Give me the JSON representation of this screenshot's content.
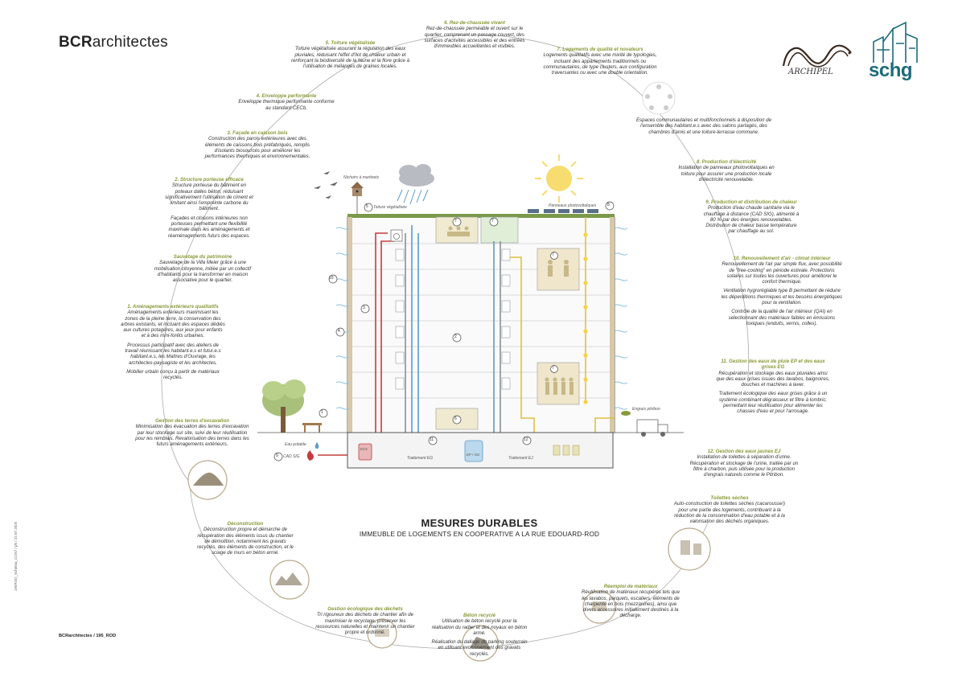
{
  "logos": {
    "bcr_bold": "BCR",
    "bcr_rest": "architectes",
    "archipel": "ARCHIPEL",
    "schg": "schg",
    "schg_sub": ""
  },
  "title": {
    "main": "MESURES DURABLES",
    "sub": "IMMEUBLE DE LOGEMENTS EN COOPERATIVE A LA RUE EDOUARD-ROD"
  },
  "footer": "BCRarchitectes / 195_ROD",
  "vertical_note": "195ROD_Schéma_COS7 / ph / 22.07.2025",
  "annotations": {
    "a6_h": "6. Rez-de-chaussée vivant",
    "a6_p": "Rez-de-chaussée perméable et ouvert sur le quartier, comprenant un passage couvert, des surfaces d'activités accessibles et des entrées d'immeubles accueillantes et visibles.",
    "a5_h": "5. Toiture végétalisée",
    "a5_p": "Toiture végétalisée assurant la régulation des eaux pluviales, réduisant l'effet d'îlot de chaleur urbain et renforçant la biodiversité de la faune et la flore grâce à l'utilisation de mélanges de graines locales.",
    "a7_h": "7. Logements de qualité et novateurs",
    "a7_p": "Logements qualitatifs avec une mixité de typologies, incluant des appartements traditionnels ou communautaires, de type clusters, aux configuration traversantes ou avec une double orientation.",
    "a4_h": "4. Enveloppe performante",
    "a4_p": "Enveloppe thermique performante conforme au standard CECb.",
    "a7b_p": "Espaces communautaires et multifonctionnels à disposition de l'ensemble des habitant.e.s avec des salons partagés, des chambres d'amis et une toiture-terrasse commune.",
    "a3_h": "3. Façade en caisson bois",
    "a3_p": "Construction des parois extérieures avec des éléments de caissons bois préfabriqués, remplis d'isolants biosourcés pour améliorer les performances thermiques et environnementales.",
    "a8_h": "8. Production d'électricité",
    "a8_p": "Installation de panneaux photovoltaïques en toiture pour assurer une production locale d'électricité renouvelable.",
    "a2_h": "2. Structure porteuse efficace",
    "a2_p": "Structure porteuse du bâtiment en poteaux dalles béton, réduisant significativement l'utilisation de ciment et limitant ainsi l'empreinte carbone du bâtiment.",
    "a2_p2": "Façades et cloisons intérieures non porteuses permettant une flexibilité maximale dans les aménagements et réaménagements futurs des espaces.",
    "a9_h": "9. Production et distribution de chaleur",
    "a9_p": "Production d'eau chaude sanitaire via le chauffage à distance (CAD SIG), alimenté à 80 % par des énergies renouvelables. Distribution de chaleur basse température par chauffage au sol.",
    "asv_h": "Sauvetage du patrimoine",
    "asv_p": "Sauvetage de la Villa Meier grâce à une mobilisation citoyenne, initiée par un collectif d'habitants pour la transformer en maison associative pour le quartier.",
    "a10_h": "10. Renouvellement d'air - climat intérieur",
    "a10_p": "Renouvellement de l'air par simple flux, avec possibilité de \"free-cooling\" en période estivale. Protections solaires sur toutes les ouvertures pour améliorer le confort thermique.",
    "a10_p2": "Ventilation hygroréglable type B permettant de réduire les déperditions thermiques et les besoins énergétiques pour la ventilation.",
    "a10_p3": "Contrôle de la qualité de l'air intérieur (QAI) en sélectionnant des matériaux faibles en émissions toxiques (enduits, vernis, colles).",
    "a1_h": "1. Aménagements extérieurs qualitatifs",
    "a1_p": "Aménagements extérieurs maximisant les zones de la pleine terre, la conservation des arbres existants, et incluant des espaces dédiés aux cultures potagères, aux jeux pour enfants et à des mini-forêts urbaines.",
    "a1_p2": "Processus participatif avec des ateliers de travail réunissant les habitant.e.s et futur.e.s habitant.e.s, les Maîtres d'Ouvrage, les architectes-paysagiste et les architectes.",
    "a1_p3": "Mobilier urbain conçu à partir de matériaux recyclés.",
    "a11_h": "11. Gestion des eaux de pluie EP et des eaux grises EG",
    "a11_p": "Récupération et stockage des eaux pluviales ainsi que des eaux grises issues des lavabos, baignoires, douches et machines à laver.",
    "a11_p2": "Traitement écologique des eaux grises grâce à un système combinant dégraisseur et filtre à lombric, permettant leur réutilisation pour alimenter les chasses d'eau et pour l'arrosage.",
    "agt_h": "Gestion des terres d'excavation",
    "agt_p": "Minimisation des évacuation des terres d'excavation par leur stockage sur site, suivi de leur réutilisation pour les remblais. Revalorisation des terres dans les futurs aménagements extérieurs.",
    "a12_h": "12. Gestion des eaux jaunes EJ",
    "a12_p": "Installation de toilettes à séparation d'urine. Récupération et stockage de l'urine, traitée par un filtre à charbon, puis utilisée pour la production d'engrais naturels comme le Pitribon.",
    "ats_h": "Toilettes sèches",
    "ats_p": "Auto-construction de toilettes sèches (cacarousse!) pour une partie des logements, contribuant à la réduction de la consommation d'eau potable et à la valorisation des déchets organiques.",
    "adc_h": "Déconstruction",
    "adc_p": "Déconstruction propre et démarche de récupération des éléments issus du chantier de démolition, notamment les gravats recyclés, des éléments de construction, et le sciage de murs en béton armé.",
    "arm_h": "Réemploi de matériaux",
    "arm_p": "Réutilisation de matériaux récupérés tels que les lavabos, parquets, escaliers, éléments de charpente en bois (mezzanines), ainsi que divers accessoires initialement destinés à la décharge.",
    "aged_h": "Gestion écologique des déchets",
    "aged_p": "Tri rigoureux des déchets de chantier afin de maximiser le recyclage, préserver les ressources naturelles et maintenir un chantier propre et ordonné.",
    "abr_h": "Béton recyclé",
    "abr_p": "Utilisation de béton recyclé pour la réalisation du radier et des noyaux en béton armé.",
    "abr_p2": "Réalisation du dallage du parking souterrain en utilisant exclusivement des gravats recyclés."
  },
  "diagram_labels": {
    "nichoirs": "Nichoirs à martinets",
    "toiture_veg": "Toiture végétalisée",
    "panneaux": "Panneaux photovoltaïques",
    "eau_potable": "Eau potable",
    "cad_sig": "CAD SIG",
    "ecs": "ECS",
    "traitement_eg": "Traitement EG",
    "ep_eg": "EP + EG",
    "traitement_ej": "Traitement EJ",
    "engrais": "Engrais pitribon",
    "n1": "1",
    "n2": "2",
    "n3": "3",
    "n4": "4",
    "n5": "5",
    "n6": "6",
    "n7": "7",
    "n8": "8",
    "n9": "9",
    "n10": "10",
    "n11": "11",
    "n12": "12"
  },
  "colors": {
    "accent_green": "#8a9a3a",
    "water_blue": "#5b9bc9",
    "hot_red": "#c43c3c",
    "yellow_pipe": "#e0c040",
    "grey_pipe": "#8a8f99",
    "schg_teal": "#1d6b7a"
  }
}
